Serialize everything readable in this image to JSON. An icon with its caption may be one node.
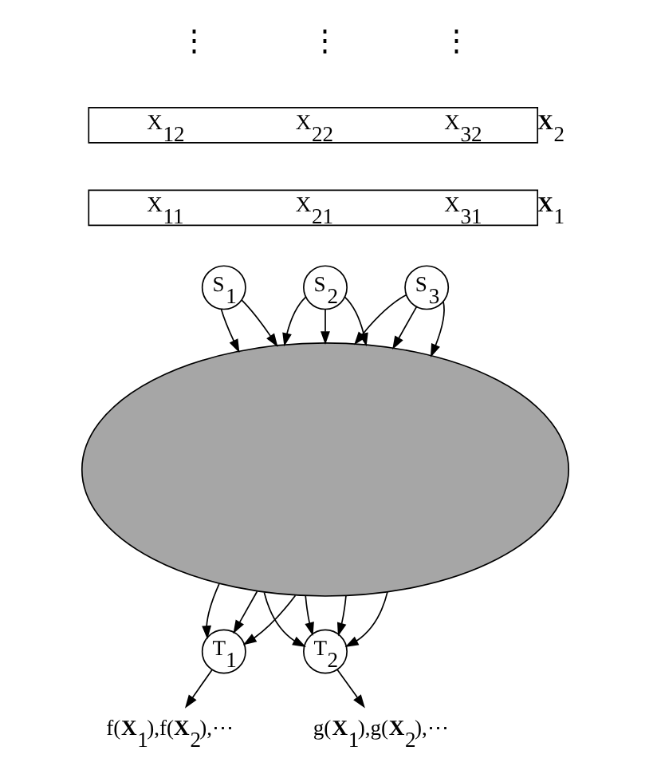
{
  "diagram": {
    "nodes": [
      {
        "text": [
          "X$_{12}$",
          "X$_{22}$",
          "X$_{32}$"
        ],
        "beside": [
          "**X**$_{2}$"
        ]
      },
      {
        "text": [
          "X$_{11}$",
          "X$_{21}$",
          "X$_{31}$"
        ],
        "beside": [
          "**X**$_{1}$"
        ]
      },
      {
        "text": [
          "S$_{1}$"
        ]
      },
      {
        "text": [
          "S$_{2}$"
        ]
      },
      {
        "text": [
          "S$_{3}$"
        ]
      },
      {
        "text": [],
        "shape": "cloud"
      },
      {
        "text": [
          "T$_{1}$"
        ]
      },
      {
        "text": [
          "T$_{2}$"
        ]
      },
      {
        "text": [
          "f(**X**$_{1}$),f(**X**$_{2}$),⋯"
        ]
      },
      {
        "text": [
          "g(**X**$_{1}$),g(**X**$_{2}$),⋯"
        ]
      }
    ],
    "edges": [
      {
        "from": 2,
        "to": 5,
        "arrow": "to"
      },
      {
        "from": 2,
        "to": 5,
        "arrow": "to"
      },
      {
        "from": 3,
        "to": 5,
        "arrow": "to"
      },
      {
        "from": 3,
        "to": 5,
        "arrow": "to"
      },
      {
        "from": 3,
        "to": 5,
        "arrow": "to"
      },
      {
        "from": 4,
        "to": 5,
        "arrow": "to"
      },
      {
        "from": 4,
        "to": 5,
        "arrow": "to"
      },
      {
        "from": 4,
        "to": 5,
        "arrow": "to"
      },
      {
        "from": 5,
        "to": 6,
        "arrow": "to"
      },
      {
        "from": 5,
        "to": 6,
        "arrow": "to"
      },
      {
        "from": 5,
        "to": 6,
        "arrow": "to"
      },
      {
        "from": 5,
        "to": 7,
        "arrow": "to"
      },
      {
        "from": 5,
        "to": 7,
        "arrow": "to"
      },
      {
        "from": 5,
        "to": 7,
        "arrow": "to"
      },
      {
        "from": 5,
        "to": 7,
        "arrow": "to"
      },
      {
        "from": 6,
        "to": 8,
        "arrow": "to"
      },
      {
        "from": 7,
        "to": 9,
        "arrow": "to"
      }
    ],
    "labels": [
      "⋮",
      "⋮",
      "⋮"
    ]
  }
}
